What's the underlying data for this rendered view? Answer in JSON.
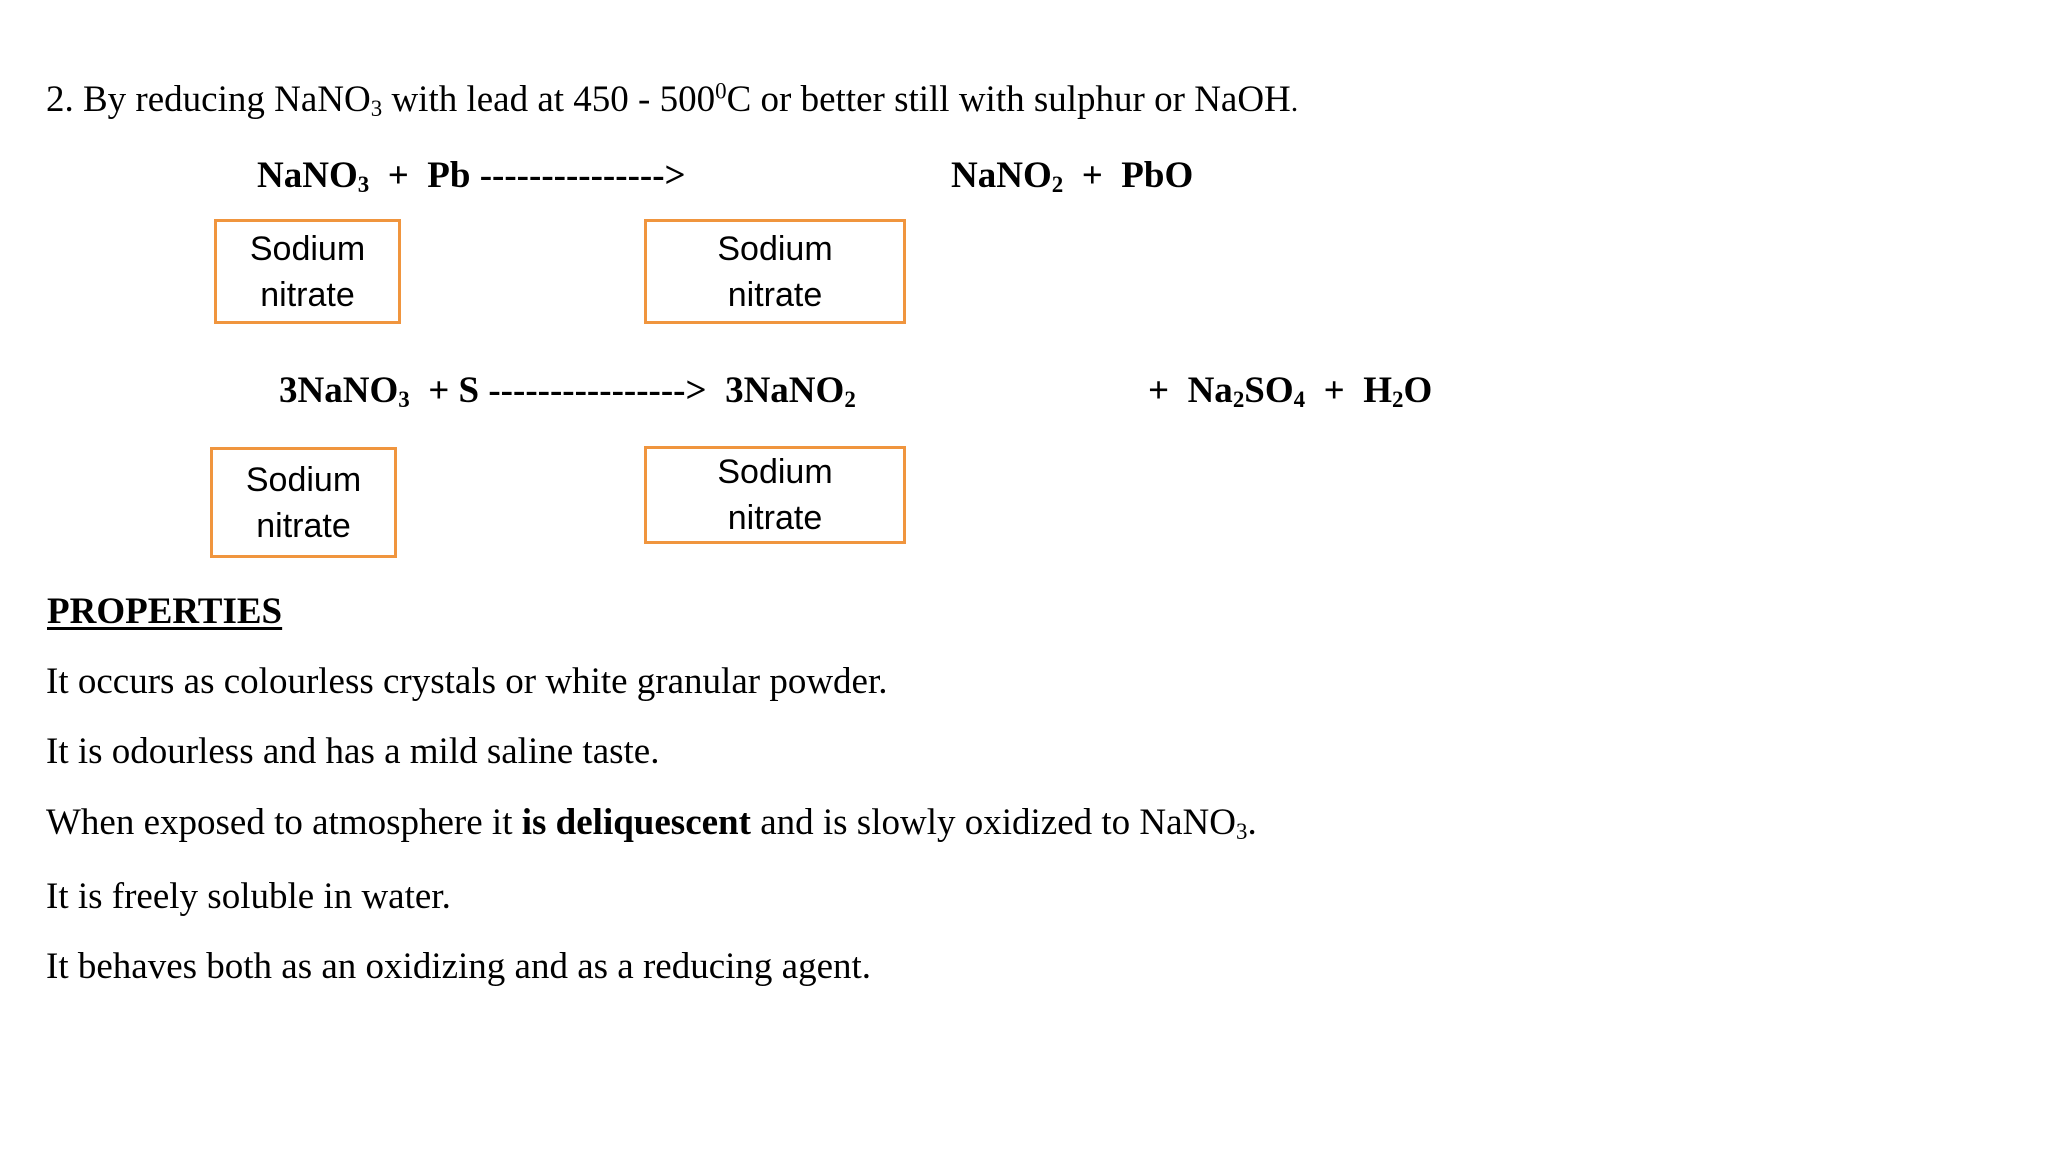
{
  "intro": {
    "lead": "2. By reducing NaNO",
    "lead_sub": "3",
    "mid": " with lead at 450 - 500",
    "degree_sup": "0",
    "tail_main": "C or better still with sulphur or NaOH",
    "tail_end": "."
  },
  "equation1": {
    "reactant_formula": "NaNO",
    "reactant_sub": "3",
    "reactant_rest": "  +  Pb --------------->",
    "product_formula": "NaNO",
    "product_sub": "2",
    "product_rest": "  +  PbO"
  },
  "equation2": {
    "reactant_formula": "3NaNO",
    "reactant_sub": "3",
    "reactant_rest": "  + S ---------------->  3NaNO",
    "reactant_product_sub": "2",
    "byproducts_lead": "+  Na",
    "byproducts_sub1": "2",
    "byproducts_mid": "SO",
    "byproducts_sub2": "4",
    "byproducts_water_lead": "  +  H",
    "byproducts_water_sub": "2",
    "byproducts_water_end": "O"
  },
  "labels": [
    {
      "line1": "Sodium",
      "line2": "nitrate"
    },
    {
      "line1": "Sodium",
      "line2": "nitrate"
    },
    {
      "line1": "Sodium",
      "line2": "nitrate"
    },
    {
      "line1": "Sodium",
      "line2": "nitrate"
    }
  ],
  "properties": {
    "heading": "PROPERTIES",
    "items": [
      "It occurs as colourless crystals or white granular powder.",
      "It is odourless and has a mild saline taste.",
      "It is freely soluble in water.",
      "It behaves both as an oxidizing and as a reducing agent."
    ],
    "deliquescent_line": {
      "before": "When exposed to atmosphere it ",
      "bold": "is deliquescent",
      "after": " and is slowly oxidized to NaNO",
      "sub": "3",
      "end": "."
    }
  },
  "colors": {
    "box_border": "#F0953E",
    "text": "#000000",
    "background": "#FFFFFF"
  }
}
